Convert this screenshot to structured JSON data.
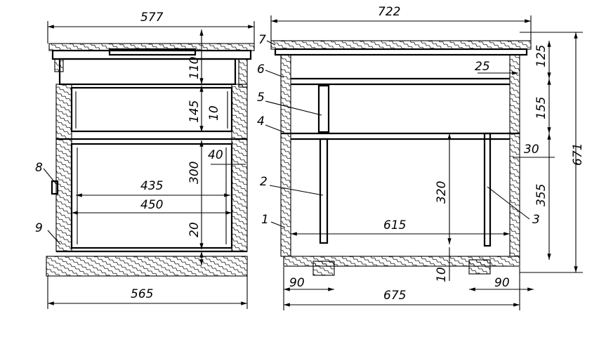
{
  "front_view": {
    "dims": {
      "top_width": "577",
      "bottom_width": "565",
      "inner_width_450": "450",
      "inner_width_435": "435",
      "h110": "110",
      "h145": "145",
      "h10": "10",
      "h300": "300",
      "h40": "40",
      "h20": "20"
    },
    "labels": {
      "l8": "8",
      "l9": "9"
    }
  },
  "side_view": {
    "dims": {
      "top_width": "722",
      "bottom_width": "675",
      "inner_615": "615",
      "h320": "320",
      "h10": "10",
      "w90_left": "90",
      "w90_right": "90",
      "h125": "125",
      "h25": "25",
      "h155": "155",
      "h30": "30",
      "h355": "355",
      "h671": "671"
    },
    "labels": {
      "l1": "1",
      "l2": "2",
      "l3": "3",
      "l4": "4",
      "l5": "5",
      "l6": "6",
      "l7": "7"
    }
  }
}
